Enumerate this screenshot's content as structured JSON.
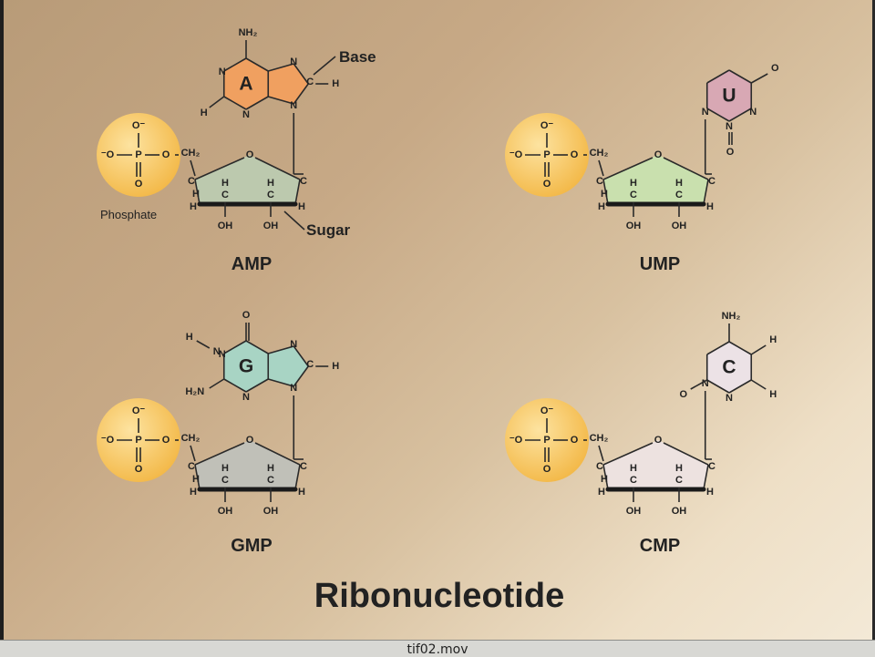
{
  "diagram": {
    "title": "Ribonucleotide",
    "callouts": {
      "base": "Base",
      "phosphate": "Phosphate",
      "sugar": "Sugar"
    },
    "atoms": {
      "O": "O",
      "O_minus": "O⁻",
      "minus_O": "⁻O",
      "P": "P",
      "H": "H",
      "N": "N",
      "C": "C",
      "OH": "OH",
      "CH2": "CH₂",
      "NH2": "NH₂",
      "H2N": "H₂N"
    },
    "nucleotides": [
      {
        "name": "AMP",
        "base_letter": "A",
        "base_color": "#f0a060"
      },
      {
        "name": "UMP",
        "base_letter": "U",
        "base_color": "#d8a8b4"
      },
      {
        "name": "GMP",
        "base_letter": "G",
        "base_color": "#a8d4c4"
      },
      {
        "name": "CMP",
        "base_letter": "C",
        "base_color": "#ece2e6"
      }
    ],
    "colors": {
      "phosphate": "#f5c15e",
      "sugar_amp": "#bcc9ae",
      "sugar_ump": "#c9e0ae",
      "sugar_gmp": "#c0c0b8",
      "sugar_cmp": "#ede2e0"
    }
  },
  "status_bar": {
    "filename": "tif02.mov"
  }
}
